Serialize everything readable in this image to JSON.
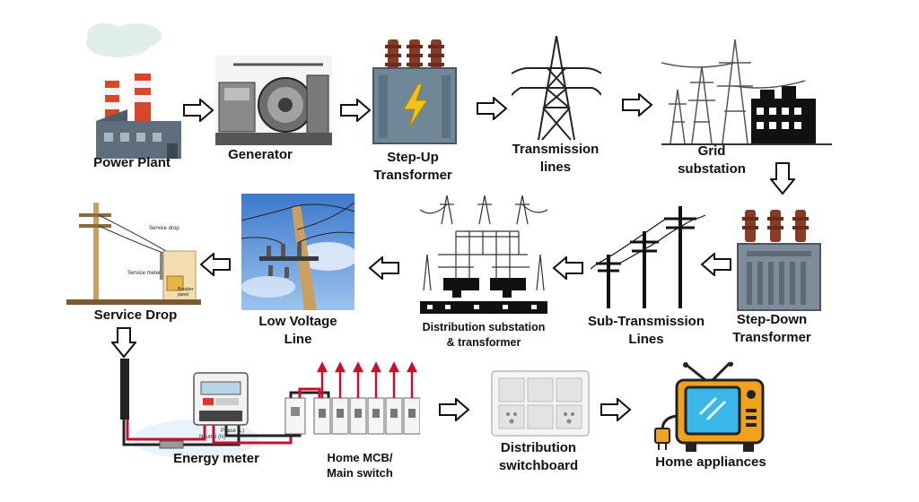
{
  "row1": {
    "power_plant": "Power Plant",
    "generator": "Generator",
    "step_up": [
      "Step-Up",
      "Transformer"
    ],
    "transmission": [
      "Transmission",
      "lines"
    ],
    "grid": [
      "Grid",
      "substation"
    ]
  },
  "row2": {
    "step_down": [
      "Step-Down",
      "Transformer"
    ],
    "sub_transmission": [
      "Sub-Transmission",
      "Lines"
    ],
    "distribution": [
      "Distribution substation",
      "& transformer"
    ],
    "low_voltage": [
      "Low Voltage",
      "Line"
    ],
    "service_drop": "Service Drop"
  },
  "service_drop_pic": {
    "service_drop_text": "Service drop",
    "service_meter_text": "Service meter",
    "breaker_text": [
      "Breaker",
      "panel"
    ]
  },
  "row3": {
    "energy_meter": "Energy meter",
    "mcb": [
      "Home MCB/",
      "Main switch"
    ],
    "switchboard": [
      "Distribution",
      "switchboard"
    ],
    "appliances": "Home appliances"
  },
  "meter_pic": {
    "phase_text": "Phase (L)",
    "neutral_text": "Neutral (N)"
  },
  "colors": {
    "arrow_outline": "#111111",
    "smoke": "#dfeee9",
    "chimney_red": "#d9472b",
    "transformer_body": "#6f8796",
    "bushing_brown": "#8a3b26",
    "lightning": "#f2c21b",
    "sky_blue": "#5b8fd6",
    "wire_red": "#c8102e",
    "tv_orange": "#f0a21c",
    "tv_screen": "#3ab6e8",
    "wood_pole": "#c8a060"
  }
}
